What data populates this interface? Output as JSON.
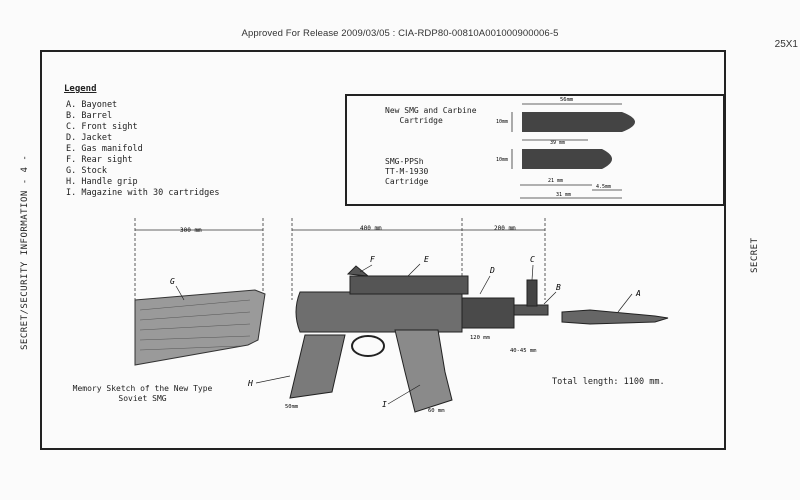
{
  "header": {
    "release_line": "Approved For Release 2009/03/05 : CIA-RDP80-00810A001000900006-5",
    "page_code": "25X1"
  },
  "margins": {
    "left_vertical": "SECRET/SECURITY INFORMATION - 4 -",
    "right_vertical": "SECRET"
  },
  "legend": {
    "title": "Legend",
    "items": [
      "A. Bayonet",
      "B. Barrel",
      "C. Front sight",
      "D. Jacket",
      "E. Gas manifold",
      "F. Rear sight",
      "G. Stock",
      "H. Handle grip",
      "I. Magazine with 30 cartridges"
    ]
  },
  "cartridges": {
    "new_label": "New SMG and Carbine\n   Cartridge",
    "old_label": "SMG-PPSh\nTT-M-1930\nCartridge",
    "dims": {
      "top_total": "56mm",
      "top_left": "10mm",
      "top_body": "39 mm",
      "bottom_left": "10mm",
      "bottom_body": "21 mm",
      "bottom_tip": "4.5mm",
      "bottom_total": "31 mm"
    }
  },
  "weapon": {
    "dim_stock": "300 mm",
    "dim_middle": "400 mm",
    "dim_front": "200 mm",
    "dim_barrel": "120 mm",
    "dim_front_small": "40-45 mm",
    "dim_grip": "50mm",
    "dim_mag": "60 mm",
    "labels": [
      "A",
      "B",
      "C",
      "D",
      "E",
      "F",
      "G",
      "H",
      "I"
    ]
  },
  "caption": "Memory Sketch of the New Type\nSoviet SMG",
  "total_length": "Total length:  1100 mm."
}
